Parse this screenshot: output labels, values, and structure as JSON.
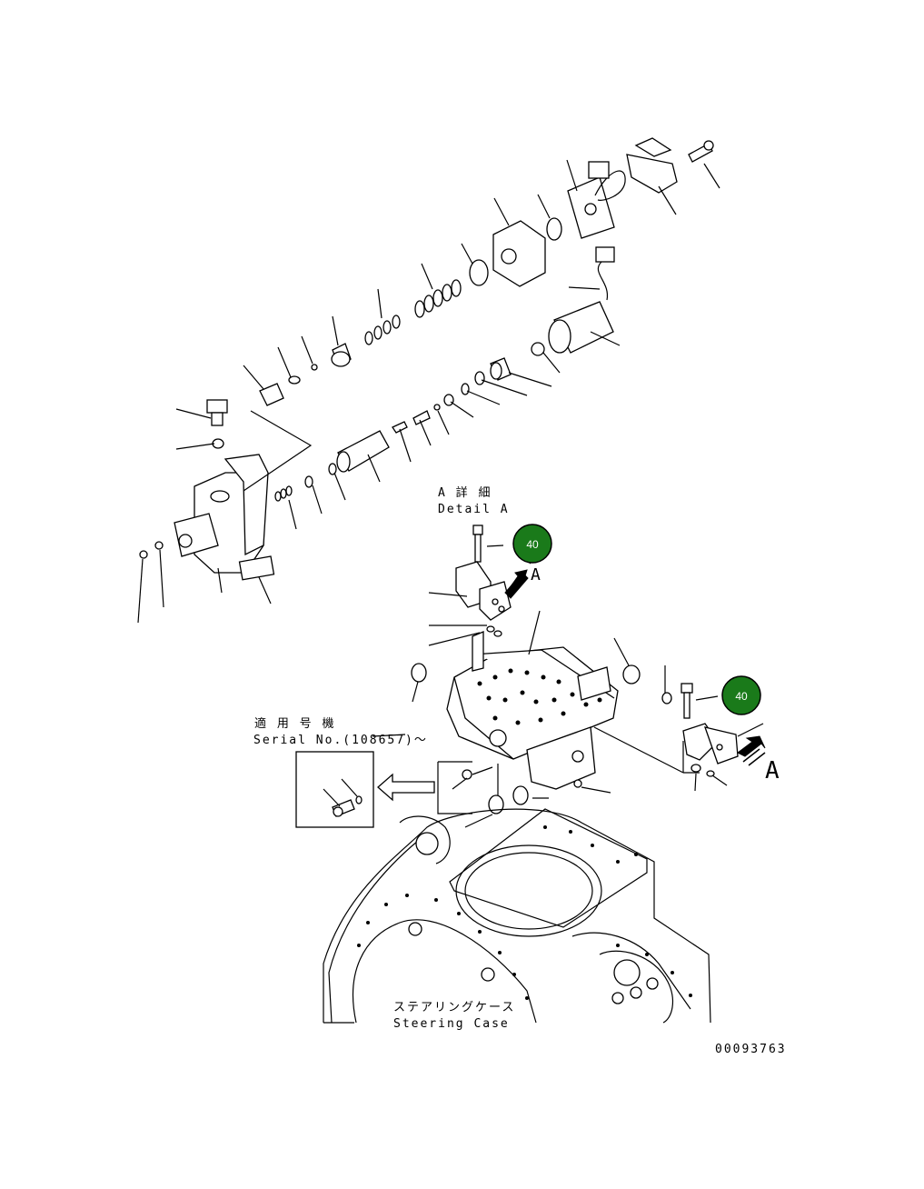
{
  "detail": {
    "jp": "A 詳 細",
    "en": "Detail A",
    "view_letter": "A"
  },
  "serial": {
    "jp": "適 用 号 機",
    "en": "Serial No.(108657)～"
  },
  "housing": {
    "jp": "ステアリングケース",
    "en": "Steering Case"
  },
  "figure_number": "00093763",
  "badges": [
    {
      "label": "40",
      "color": "#1a7a1a"
    },
    {
      "label": "40",
      "color": "#1a7a1a"
    }
  ]
}
